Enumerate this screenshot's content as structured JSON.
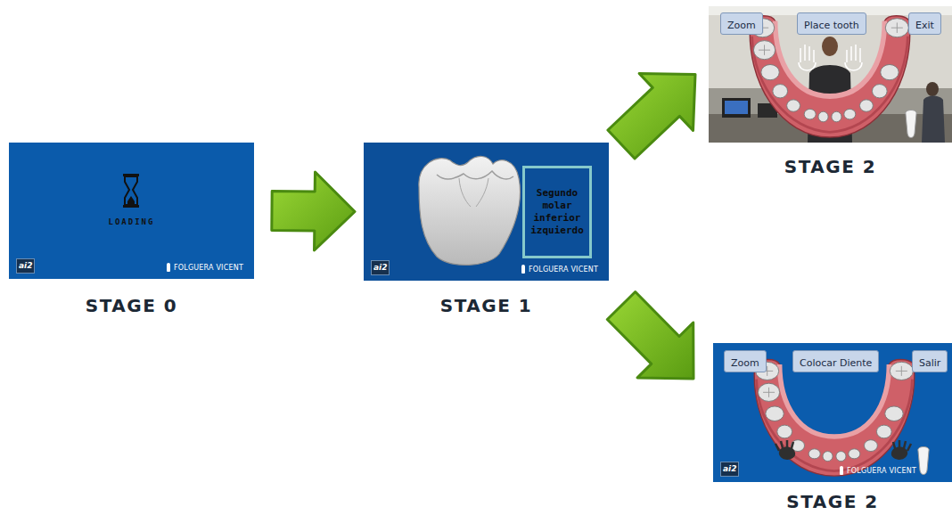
{
  "diagram": {
    "nodes": [
      {
        "text": [
          "LOADING",
          "ai2",
          "FOLGUERA VICENT",
          "STAGE 0"
        ]
      },
      {
        "text": [
          "ai2",
          "FOLGUERA VICENT",
          "STAGE 1"
        ]
      },
      {
        "text": [
          "Segundo molar inferior izquierdo"
        ],
        "in": 1
      },
      {
        "text": [
          "STAGE 2"
        ]
      },
      {
        "text": [
          "Zoom"
        ],
        "in": 3
      },
      {
        "text": [
          "Place tooth"
        ],
        "in": 3
      },
      {
        "text": [
          "Exit"
        ],
        "in": 3
      },
      {
        "text": [
          "ai2",
          "FOLGUERA VICENT",
          "STAGE 2"
        ]
      },
      {
        "text": [
          "Zoom"
        ],
        "in": 7
      },
      {
        "text": [
          "Colocar Diente"
        ],
        "in": 7
      },
      {
        "text": [
          "Salir"
        ],
        "in": 7
      }
    ],
    "edges": [
      {
        "from": 0,
        "to": 1,
        "arrow": "to"
      },
      {
        "from": 1,
        "to": 3,
        "arrow": "to"
      },
      {
        "from": 1,
        "to": 7,
        "arrow": "to"
      }
    ]
  }
}
